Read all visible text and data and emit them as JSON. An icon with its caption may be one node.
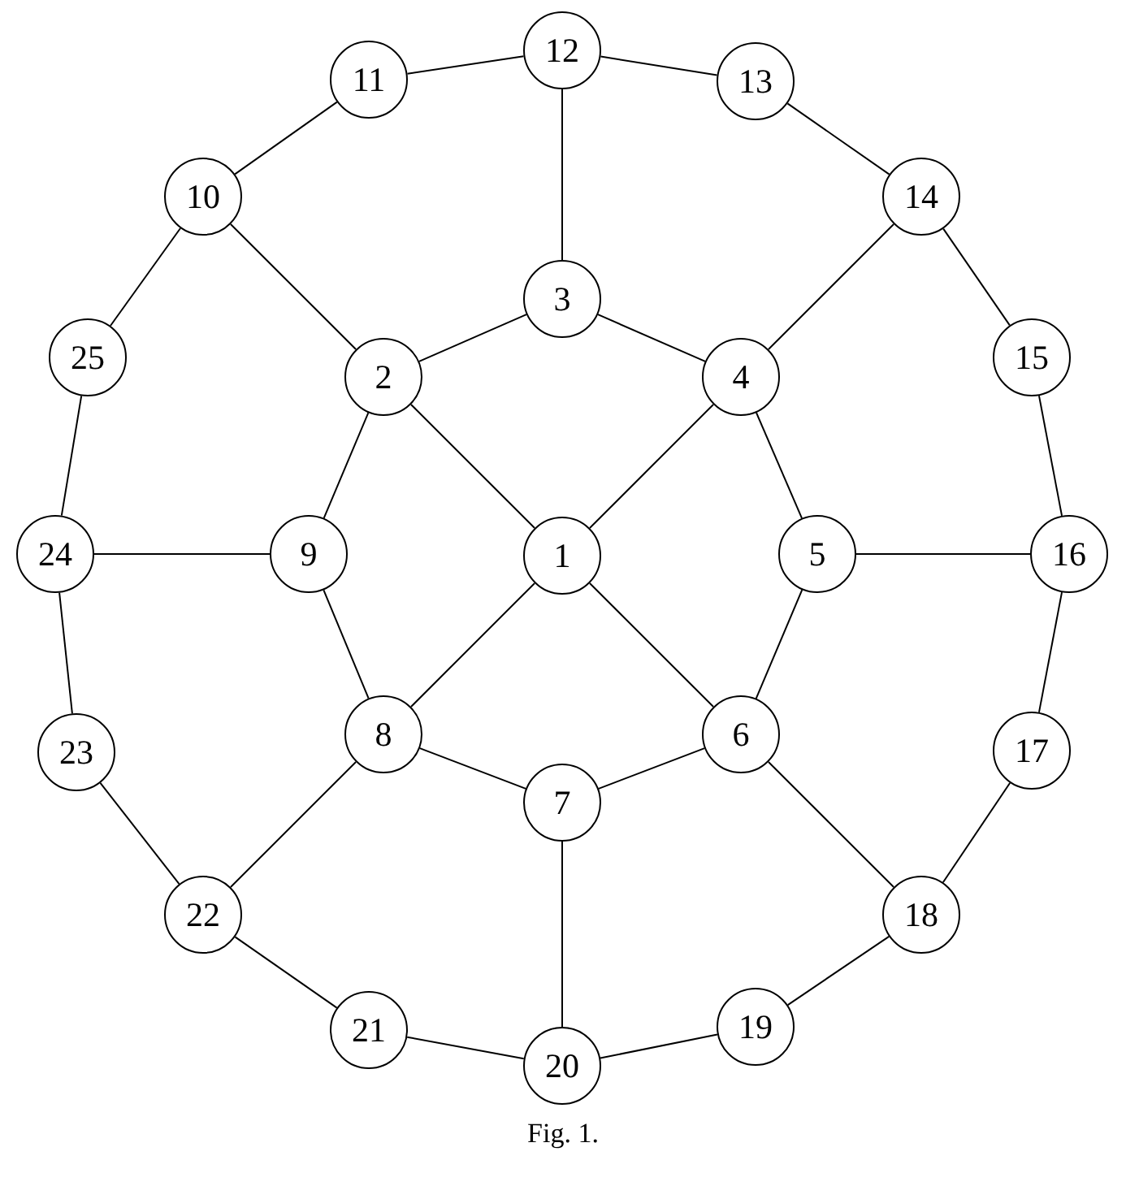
{
  "diagram": {
    "caption": "Fig. 1.",
    "nodes": [
      {
        "text": [
          "1"
        ]
      },
      {
        "text": [
          "2"
        ]
      },
      {
        "text": [
          "3"
        ]
      },
      {
        "text": [
          "4"
        ]
      },
      {
        "text": [
          "5"
        ]
      },
      {
        "text": [
          "6"
        ]
      },
      {
        "text": [
          "7"
        ]
      },
      {
        "text": [
          "8"
        ]
      },
      {
        "text": [
          "9"
        ]
      },
      {
        "text": [
          "10"
        ]
      },
      {
        "text": [
          "11"
        ]
      },
      {
        "text": [
          "12"
        ]
      },
      {
        "text": [
          "13"
        ]
      },
      {
        "text": [
          "14"
        ]
      },
      {
        "text": [
          "15"
        ]
      },
      {
        "text": [
          "16"
        ]
      },
      {
        "text": [
          "17"
        ]
      },
      {
        "text": [
          "18"
        ]
      },
      {
        "text": [
          "19"
        ]
      },
      {
        "text": [
          "20"
        ]
      },
      {
        "text": [
          "21"
        ]
      },
      {
        "text": [
          "22"
        ]
      },
      {
        "text": [
          "23"
        ]
      },
      {
        "text": [
          "24"
        ]
      },
      {
        "text": [
          "25"
        ]
      }
    ],
    "edges": [
      {
        "from": 0,
        "to": 1,
        "arrow": "none"
      },
      {
        "from": 0,
        "to": 3,
        "arrow": "none"
      },
      {
        "from": 0,
        "to": 5,
        "arrow": "none"
      },
      {
        "from": 0,
        "to": 7,
        "arrow": "none"
      },
      {
        "from": 1,
        "to": 2,
        "arrow": "none"
      },
      {
        "from": 2,
        "to": 3,
        "arrow": "none"
      },
      {
        "from": 3,
        "to": 4,
        "arrow": "none"
      },
      {
        "from": 4,
        "to": 5,
        "arrow": "none"
      },
      {
        "from": 5,
        "to": 6,
        "arrow": "none"
      },
      {
        "from": 6,
        "to": 7,
        "arrow": "none"
      },
      {
        "from": 7,
        "to": 8,
        "arrow": "none"
      },
      {
        "from": 8,
        "to": 1,
        "arrow": "none"
      },
      {
        "from": 2,
        "to": 11,
        "arrow": "none"
      },
      {
        "from": 4,
        "to": 15,
        "arrow": "none"
      },
      {
        "from": 6,
        "to": 19,
        "arrow": "none"
      },
      {
        "from": 8,
        "to": 23,
        "arrow": "none"
      },
      {
        "from": 1,
        "to": 9,
        "arrow": "none"
      },
      {
        "from": 3,
        "to": 13,
        "arrow": "none"
      },
      {
        "from": 5,
        "to": 17,
        "arrow": "none"
      },
      {
        "from": 7,
        "to": 21,
        "arrow": "none"
      },
      {
        "from": 9,
        "to": 10,
        "arrow": "none"
      },
      {
        "from": 10,
        "to": 11,
        "arrow": "none"
      },
      {
        "from": 11,
        "to": 12,
        "arrow": "none"
      },
      {
        "from": 12,
        "to": 13,
        "arrow": "none"
      },
      {
        "from": 13,
        "to": 14,
        "arrow": "none"
      },
      {
        "from": 14,
        "to": 15,
        "arrow": "none"
      },
      {
        "from": 15,
        "to": 16,
        "arrow": "none"
      },
      {
        "from": 16,
        "to": 17,
        "arrow": "none"
      },
      {
        "from": 17,
        "to": 18,
        "arrow": "none"
      },
      {
        "from": 18,
        "to": 19,
        "arrow": "none"
      },
      {
        "from": 19,
        "to": 20,
        "arrow": "none"
      },
      {
        "from": 20,
        "to": 21,
        "arrow": "none"
      },
      {
        "from": 21,
        "to": 22,
        "arrow": "none"
      },
      {
        "from": 22,
        "to": 23,
        "arrow": "none"
      },
      {
        "from": 23,
        "to": 24,
        "arrow": "none"
      },
      {
        "from": 24,
        "to": 9,
        "arrow": "none"
      }
    ]
  }
}
